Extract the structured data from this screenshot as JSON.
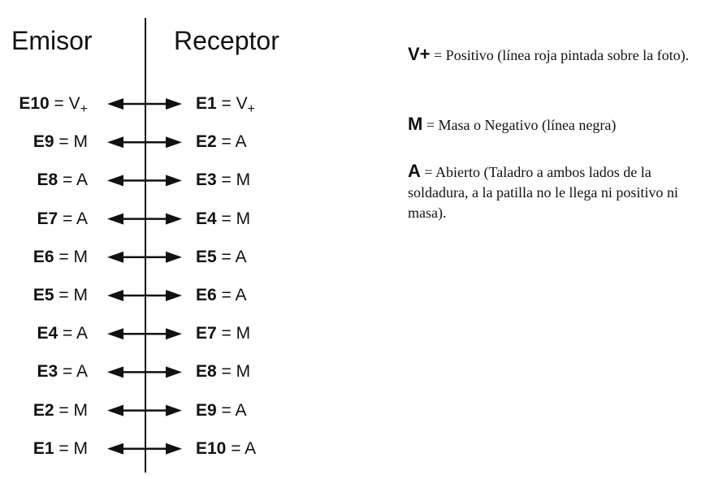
{
  "titles": {
    "emisor": "Emisor",
    "receptor": "Receptor"
  },
  "rows": [
    {
      "left_pin": "E10",
      "left_val": "V",
      "left_sub": "+",
      "right_pin": "E1",
      "right_val": "V",
      "right_sub": "+"
    },
    {
      "left_pin": "E9",
      "left_val": "M",
      "right_pin": "E2",
      "right_val": "A"
    },
    {
      "left_pin": "E8",
      "left_val": "A",
      "right_pin": "E3",
      "right_val": "M"
    },
    {
      "left_pin": "E7",
      "left_val": "A",
      "right_pin": "E4",
      "right_val": "M"
    },
    {
      "left_pin": "E6",
      "left_val": "M",
      "right_pin": "E5",
      "right_val": "A"
    },
    {
      "left_pin": "E5",
      "left_val": "M",
      "right_pin": "E6",
      "right_val": "A"
    },
    {
      "left_pin": "E4",
      "left_val": "A",
      "right_pin": "E7",
      "right_val": "M"
    },
    {
      "left_pin": "E3",
      "left_val": "A",
      "right_pin": "E8",
      "right_val": "M"
    },
    {
      "left_pin": "E2",
      "left_val": "M",
      "right_pin": "E9",
      "right_val": "A"
    },
    {
      "left_pin": "E1",
      "left_val": "M",
      "right_pin": "E10",
      "right_val": "A"
    }
  ],
  "legend": [
    {
      "symbol": "V+",
      "text": " = Positivo (línea roja pintada sobre la foto)."
    },
    {
      "symbol": "M",
      "text": " = Masa o Negativo (línea negra)"
    },
    {
      "symbol": "A",
      "text": " = Abierto (Taladro a ambos lados de la soldadura, a la patilla no le llega ni positivo ni masa)."
    }
  ]
}
